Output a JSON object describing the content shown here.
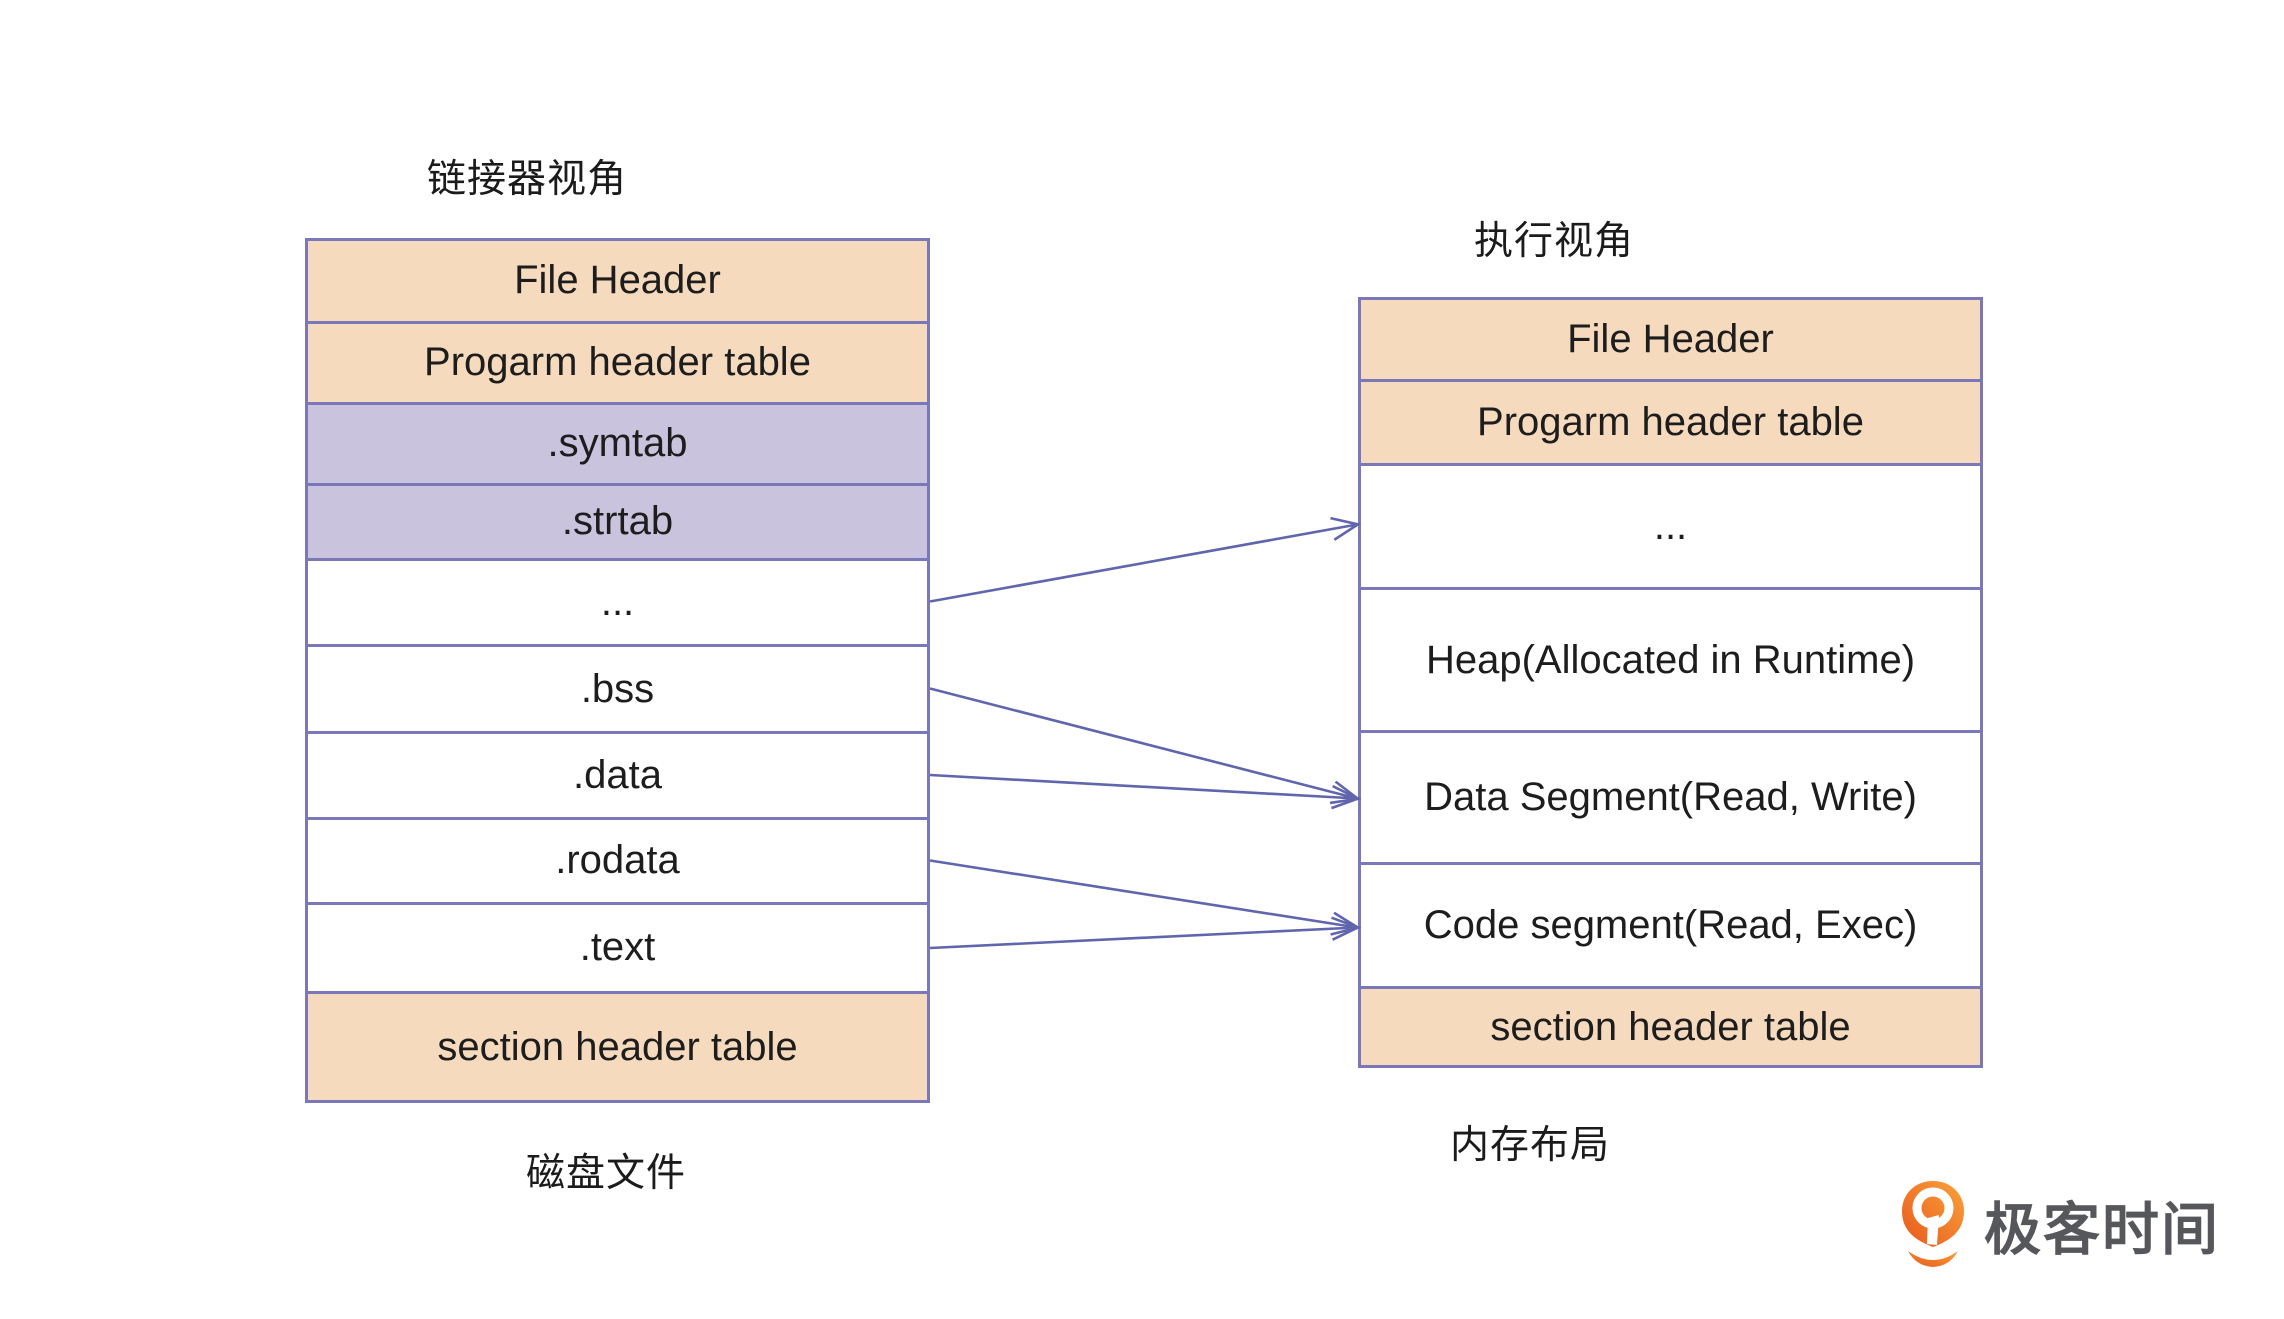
{
  "left_column": {
    "title": "链接器视角",
    "caption": "磁盘文件",
    "rows": [
      {
        "label": "File Header",
        "fill": "peach"
      },
      {
        "label": "Progarm header table",
        "fill": "peach"
      },
      {
        "label": ".symtab",
        "fill": "purple"
      },
      {
        "label": ".strtab",
        "fill": "purple"
      },
      {
        "label": "...",
        "fill": "white"
      },
      {
        "label": ".bss",
        "fill": "white"
      },
      {
        "label": ".data",
        "fill": "white"
      },
      {
        "label": ".rodata",
        "fill": "white"
      },
      {
        "label": ".text",
        "fill": "white"
      },
      {
        "label": "section header table",
        "fill": "peach"
      }
    ]
  },
  "right_column": {
    "title": "执行视角",
    "caption": "内存布局",
    "rows": [
      {
        "label": "File Header",
        "fill": "peach"
      },
      {
        "label": "Progarm header table",
        "fill": "peach"
      },
      {
        "label": "...",
        "fill": "white"
      },
      {
        "label": "Heap(Allocated in Runtime)",
        "fill": "white"
      },
      {
        "label": "Data Segment(Read, Write)",
        "fill": "white"
      },
      {
        "label": "Code segment(Read, Exec)",
        "fill": "white"
      },
      {
        "label": "section header table",
        "fill": "peach"
      }
    ]
  },
  "arrows": [
    {
      "from_row": 4,
      "to_row": 2
    },
    {
      "from_row": 5,
      "to_row": 4
    },
    {
      "from_row": 6,
      "to_row": 4
    },
    {
      "from_row": 7,
      "to_row": 5
    },
    {
      "from_row": 8,
      "to_row": 5
    }
  ],
  "logo": {
    "text": "极客时间",
    "icon": "geektime-flame-icon",
    "icon_color_top": "#f9a33c",
    "icon_color_bottom": "#e8581c"
  },
  "colors": {
    "peach": "#f6dabd",
    "purple": "#c9c3dd",
    "border": "#7a78b9",
    "arrow": "#6065ad",
    "text": "#1d1d1d"
  }
}
